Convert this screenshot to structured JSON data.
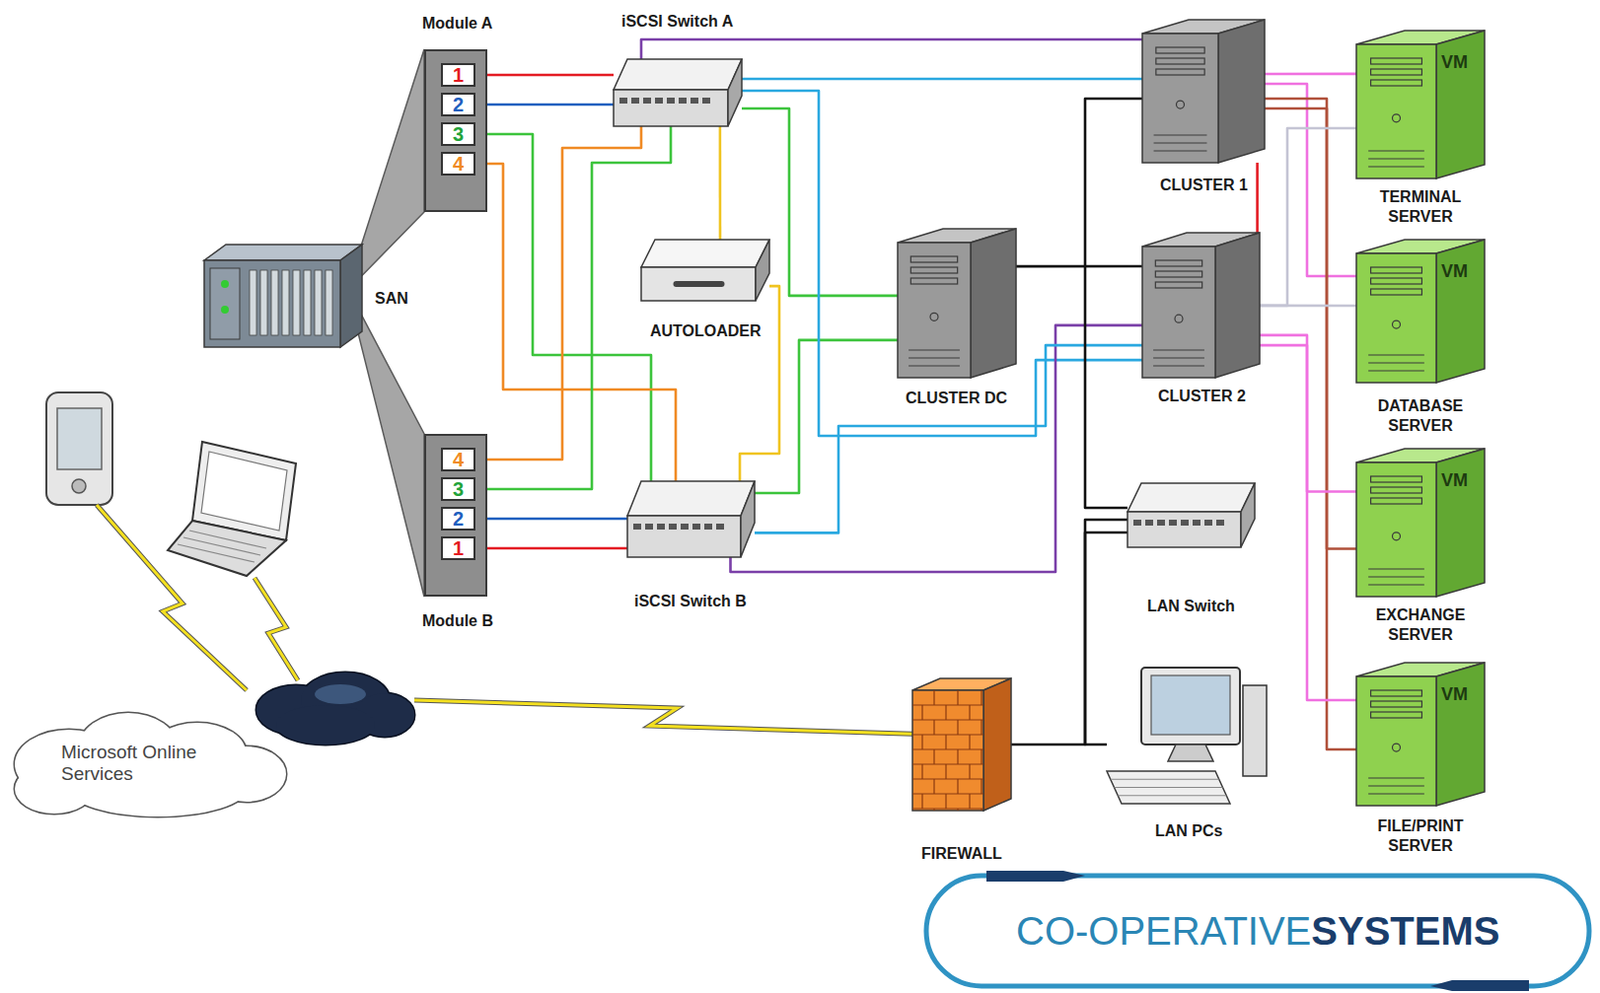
{
  "diagram": {
    "nodes": [
      {
        "text": [
          "Module A"
        ]
      },
      {
        "text": [
          "1"
        ],
        "in": 0
      },
      {
        "text": [
          "2"
        ],
        "in": 0
      },
      {
        "text": [
          "3"
        ],
        "in": 0
      },
      {
        "text": [
          "4"
        ],
        "in": 0
      },
      {
        "text": [
          "SAN"
        ]
      },
      {
        "text": [
          "iSCSI Switch A"
        ]
      },
      {
        "text": [
          "AUTOLOADER"
        ]
      },
      {
        "text": [
          "Module B"
        ]
      },
      {
        "text": [
          "4"
        ],
        "in": 8
      },
      {
        "text": [
          "3"
        ],
        "in": 8
      },
      {
        "text": [
          "2"
        ],
        "in": 8
      },
      {
        "text": [
          "1"
        ],
        "in": 8
      },
      {
        "text": [
          "iSCSI Switch B"
        ]
      },
      {
        "text": [
          "CLUSTER 1"
        ]
      },
      {
        "text": [
          "CLUSTER DC"
        ]
      },
      {
        "text": [
          "CLUSTER 2"
        ]
      },
      {
        "text": [
          "VM",
          "TERMINAL SERVER"
        ]
      },
      {
        "text": [
          "VM",
          "DATABASE SERVER"
        ]
      },
      {
        "text": [
          "VM",
          "EXCHANGE SERVER"
        ]
      },
      {
        "text": [
          "VM",
          "FILE/PRINT SERVER"
        ]
      },
      {
        "text": [
          "LAN Switch"
        ]
      },
      {
        "text": [
          "Microsoft Online Services"
        ]
      },
      {
        "text": [
          "LAN PCs"
        ]
      },
      {
        "text": [
          "FIREWALL"
        ]
      }
    ],
    "edges": [
      {
        "from": 5,
        "to": 0,
        "arrow": "none"
      },
      {
        "from": 5,
        "to": 8,
        "arrow": "none"
      },
      {
        "from": 1,
        "to": 6,
        "arrow": "none"
      },
      {
        "from": 2,
        "to": 6,
        "arrow": "none"
      },
      {
        "from": 3,
        "to": 13,
        "arrow": "none"
      },
      {
        "from": 4,
        "to": 13,
        "arrow": "none"
      },
      {
        "from": 9,
        "to": 6,
        "arrow": "none"
      },
      {
        "from": 10,
        "to": 6,
        "arrow": "none"
      },
      {
        "from": 11,
        "to": 13,
        "arrow": "none"
      },
      {
        "from": 12,
        "to": 13,
        "arrow": "none"
      },
      {
        "from": 6,
        "to": 7,
        "arrow": "none"
      },
      {
        "from": 7,
        "to": 13,
        "arrow": "none"
      },
      {
        "from": 6,
        "to": 15,
        "arrow": "none"
      },
      {
        "from": 13,
        "to": 15,
        "arrow": "none"
      },
      {
        "from": 6,
        "to": 14,
        "arrow": "none"
      },
      {
        "from": 6,
        "to": 14,
        "arrow": "none"
      },
      {
        "from": 6,
        "to": 16,
        "arrow": "none"
      },
      {
        "from": 13,
        "to": 16,
        "arrow": "none"
      },
      {
        "from": 13,
        "to": 16,
        "arrow": "none"
      },
      {
        "from": 15,
        "to": 16,
        "arrow": "none"
      },
      {
        "from": 14,
        "to": 21,
        "arrow": "none"
      },
      {
        "from": 24,
        "to": 21,
        "arrow": "none"
      },
      {
        "from": 23,
        "to": 21,
        "arrow": "none"
      },
      {
        "from": 14,
        "to": 16,
        "arrow": "none"
      },
      {
        "from": 14,
        "to": 17,
        "arrow": "none"
      },
      {
        "from": 14,
        "to": 18,
        "arrow": "none"
      },
      {
        "from": 14,
        "to": 19,
        "arrow": "none"
      },
      {
        "from": 14,
        "to": 20,
        "arrow": "none"
      },
      {
        "from": 16,
        "to": 19,
        "arrow": "none"
      },
      {
        "from": 16,
        "to": 20,
        "arrow": "none"
      },
      {
        "from": 16,
        "to": 17,
        "arrow": "none"
      },
      {
        "from": 16,
        "to": 18,
        "arrow": "none"
      },
      {
        "from": 22,
        "to": 24,
        "arrow": "none"
      }
    ],
    "labels": [
      "CO-OPERATIVE",
      "SYSTEMS"
    ]
  }
}
